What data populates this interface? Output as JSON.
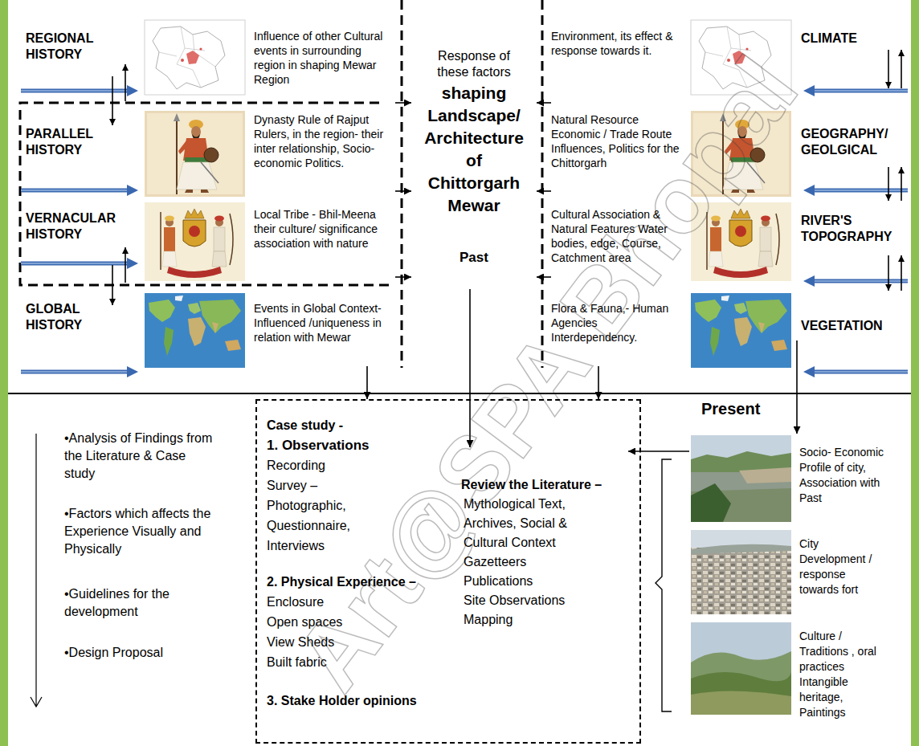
{
  "diagram": {
    "nodes": [
      {
        "text": [
          "REGIONAL HISTORY"
        ]
      },
      {
        "text": [
          "Influence of other Cultural events in surrounding region in shaping Mewar Region"
        ]
      },
      {
        "text": [
          "PARALLEL HISTORY"
        ]
      },
      {
        "text": [
          "Dynasty Rule of Rajput Rulers, in the region- their inter relationship, Socio-economic Politics."
        ]
      },
      {
        "text": [
          "VERNACULAR HISTORY"
        ]
      },
      {
        "text": [
          "Local Tribe - Bhil-Meena their culture/ significance association with nature"
        ]
      },
      {
        "text": [
          "GLOBAL HISTORY"
        ]
      },
      {
        "text": [
          "Events in Global Context- Influenced /uniqueness in relation with Mewar"
        ]
      },
      {
        "text": [
          "Response of these factors",
          "shaping Landscape/ Architecture of Chittorgarh Mewar",
          "Past"
        ]
      },
      {
        "text": [
          "Environment, its effect & response towards it."
        ]
      },
      {
        "text": [
          "CLIMATE"
        ]
      },
      {
        "text": [
          "Natural Resource Economic / Trade Route Influences, Politics for the Chittorgarh"
        ]
      },
      {
        "text": [
          "GEOGRAPHY/ GEOLGICAL"
        ]
      },
      {
        "text": [
          "Cultural Association & Natural Features Water bodies, edge, Course, Catchment area"
        ]
      },
      {
        "text": [
          "RIVER'S TOPOGRAPHY"
        ]
      },
      {
        "text": [
          "Flora & Fauna,- Human Agencies Interdependency."
        ]
      },
      {
        "text": [
          "VEGETATION"
        ]
      },
      {
        "text": [
          "Case study -",
          "1. Observations",
          "Recording",
          "Survey –",
          "Photographic,",
          "Questionnaire,",
          "Interviews",
          "2. Physical Experience –",
          "Enclosure",
          "Open spaces",
          "View Sheds",
          "Built fabric",
          "3. Stake Holder opinions"
        ]
      },
      {
        "text": [
          "Review the Literature –",
          "Mythological Text,",
          "Archives, Social & Cultural Context",
          "Gazetteers",
          "Publications",
          "Site Observations",
          "Mapping"
        ],
        "in": 17
      },
      {
        "text": [
          "Socio- Economic Profile of city, Association with Past"
        ]
      },
      {
        "text": [
          "City Development / response towards fort"
        ]
      },
      {
        "text": [
          "Culture / Traditions , oral practices Intangible heritage, Paintings"
        ]
      }
    ],
    "edges": [
      {
        "from": 1,
        "to": 8,
        "arrow": "to"
      },
      {
        "from": 3,
        "to": 8,
        "arrow": "to"
      },
      {
        "from": 5,
        "to": 8,
        "arrow": "to"
      },
      {
        "from": 9,
        "to": 8,
        "arrow": "to"
      },
      {
        "from": 11,
        "to": 8,
        "arrow": "to"
      },
      {
        "from": 13,
        "to": 8,
        "arrow": "to"
      },
      {
        "from": 7,
        "to": 17,
        "arrow": "to"
      },
      {
        "from": 15,
        "to": 17,
        "arrow": "to"
      },
      {
        "from": 8,
        "to": 18,
        "arrow": "to"
      },
      {
        "from": 16,
        "to": 19,
        "arrow": "to"
      },
      {
        "from": 19,
        "to": 18,
        "arrow": "to"
      }
    ],
    "labels": [
      "Present",
      "•Analysis of Findings from the Literature & Case study",
      "•Factors which affects the Experience Visually and Physically",
      "•Guidelines for the development",
      "•Design Proposal",
      "Art@SPA Bhopal"
    ]
  }
}
